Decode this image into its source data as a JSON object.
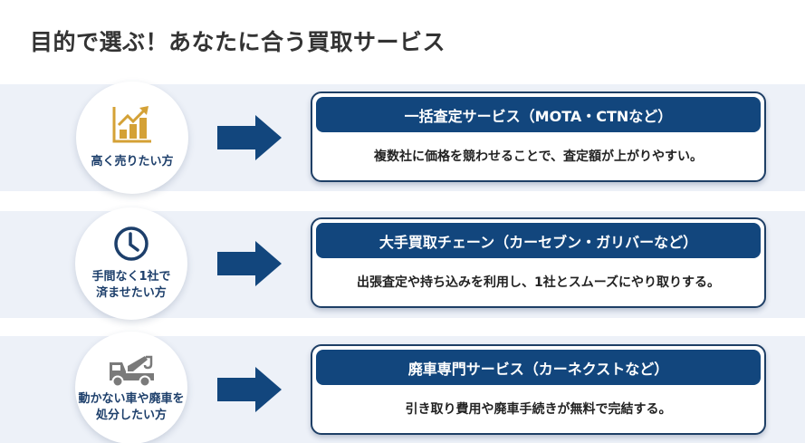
{
  "title": "目的で選ぶ！あなたに合う買取サービス",
  "colors": {
    "band_bg": "#edf1f8",
    "navy": "#12467d",
    "card_border": "#1e3f66",
    "label_text": "#1d3f6b",
    "chart_icon": "#d4a136",
    "truck_icon": "#7a7a7a",
    "clock_icon": "#1d3f6b"
  },
  "rows": [
    {
      "persona": "高く売りたい方",
      "persona_lines": [
        "高く売りたい方"
      ],
      "icon": "chart-growth-icon",
      "service": "一括査定サービス（MOTA・CTNなど）",
      "description": "複数社に価格を競わせることで、査定額が上がりやすい。"
    },
    {
      "persona": "手間なく1社で済ませたい方",
      "persona_lines": [
        "手間なく1社で",
        "済ませたい方"
      ],
      "icon": "clock-icon",
      "service": "大手買取チェーン（カーセブン・ガリバーなど）",
      "description": "出張査定や持ち込みを利用し、1社とスムーズにやり取りする。"
    },
    {
      "persona": "動かない車や廃車を処分したい方",
      "persona_lines": [
        "動かない車や廃車を",
        "処分したい方"
      ],
      "icon": "tow-truck-icon",
      "service": "廃車専門サービス（カーネクストなど）",
      "description": "引き取り費用や廃車手続きが無料で完結する。"
    }
  ]
}
